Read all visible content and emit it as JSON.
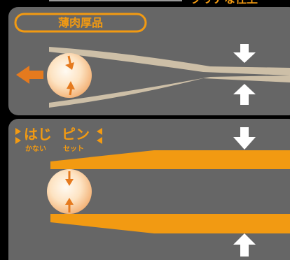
{
  "colors": {
    "background_outer": "#000000",
    "panel_fill": "#666666",
    "panel_edge": "#8a8a8a",
    "accent_orange": "#f29a12",
    "arrow_orange": "#e57a1e",
    "tweezer_beige": "#cdbfa7",
    "ball_light": "#fff1de",
    "ball_mid": "#f7c48e",
    "white": "#ffffff"
  },
  "top_banner": {
    "cropped_text_right": "クリアな仕上"
  },
  "upper_panel": {
    "badge_label": "薄肉厚品",
    "tweezer_color_name": "beige",
    "push_arrows": [
      "down-arrow-icon",
      "up-arrow-icon"
    ],
    "left_arrow": "left-arrow-icon"
  },
  "lower_panel": {
    "title_left": "はじ",
    "title_right": "ピン",
    "ruby_left": "かない",
    "ruby_right": "セット",
    "tweezer_color_name": "orange",
    "push_arrows": [
      "down-arrow-icon",
      "up-arrow-icon"
    ]
  }
}
